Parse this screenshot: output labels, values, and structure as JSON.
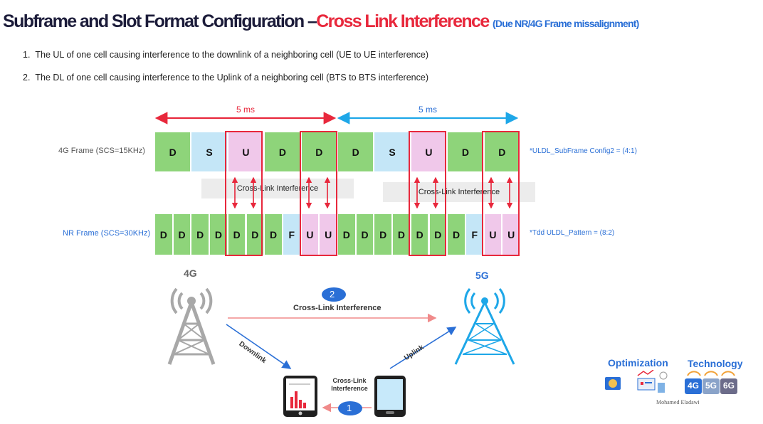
{
  "title": {
    "part1": "Subframe and Slot Format Configuration –",
    "part2": "Cross Link Interference",
    "part3": "(Due NR/4G Frame missalignment)"
  },
  "points": [
    "1.  The UL of one cell causing interference to the downlink of a neighboring cell (UE to UE interference)",
    "2.  The DL of one cell causing interference to the Uplink of a neighboring cell (BTS to BTS interference)"
  ],
  "timing": {
    "left": "5 ms",
    "right": "5 ms"
  },
  "lte_frame": {
    "label": "4G Frame (SCS=15KHz)",
    "subframes": [
      "D",
      "S",
      "U",
      "D",
      "D",
      "D",
      "S",
      "U",
      "D",
      "D"
    ],
    "config": "*ULDL_SubFrame Config2 = (4:1)"
  },
  "nr_frame": {
    "label": "NR Frame (SCS=30KHz)",
    "slots": [
      "D",
      "D",
      "D",
      "D",
      "D",
      "D",
      "D",
      "F",
      "U",
      "U",
      "D",
      "D",
      "D",
      "D",
      "D",
      "D",
      "D",
      "F",
      "U",
      "U"
    ],
    "pattern": "*Tdd ULDL_Pattern = (8:2)"
  },
  "interference_label_left": "Cross-Link Interference",
  "interference_label_right": "Cross-Link Interference",
  "diagram": {
    "tower_4g": "4G",
    "tower_5g": "5G",
    "badge_2": "2",
    "bts_interference": "Cross-Link Interference",
    "downlink": "Downlink",
    "uplink": "Uplink",
    "ue_interference": "Cross-Link Interference",
    "badge_1": "1"
  },
  "brand": {
    "optimization": "Optimization",
    "technology": "Technology",
    "author": "Mohamed Eladawi",
    "badges": [
      "4G",
      "5G",
      "6G"
    ]
  },
  "colors": {
    "downlink": "#8ed47a",
    "special": "#c4e6f7",
    "uplink": "#f0c8ea",
    "highlight": "#e8283c",
    "accent_blue": "#2a6fd6",
    "tower_5g": "#1ea7e8"
  }
}
